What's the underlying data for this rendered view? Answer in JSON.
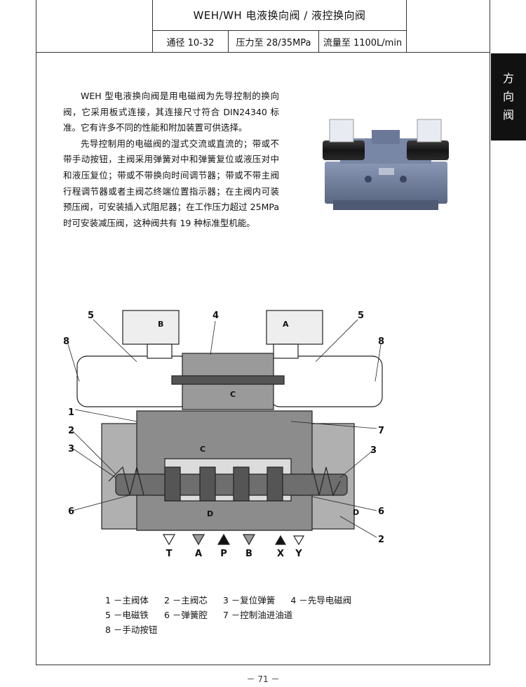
{
  "header": {
    "title": "WEH/WH 电液换向阀 / 液控换向阀",
    "specs": [
      "通径 10-32",
      "压力至 28/35MPa",
      "流量至 1100L/min"
    ]
  },
  "side_tab": {
    "chars": [
      "方",
      "向",
      "阀"
    ]
  },
  "intro": {
    "paragraphs": [
      "WEH 型电液换向阀是用电磁阀为先导控制的换向阀，它采用板式连接，其连接尺寸符合 DIN24340 标准。它有许多不同的性能和附加装置可供选择。",
      "先导控制用的电磁阀的湿式交流或直流的；带或不带手动按钮，主阀采用弹簧对中和弹簧复位或液压对中和液压复位；带或不带换向时间调节器；带或不带主阀行程调节器或者主阀芯终端位置指示器；在主阀内可装预压阀，可安装插入式阻尼器；在工作压力超过 25MPa 时可安装减压阀，这种阀共有 19 种标准型机能。"
    ]
  },
  "diagram": {
    "callouts": [
      "5",
      "4",
      "5",
      "8",
      "8",
      "1",
      "7",
      "2",
      "3",
      "3",
      "6",
      "6",
      "2"
    ],
    "inner_labels": [
      "B",
      "A",
      "C",
      "C",
      "D",
      "D"
    ],
    "ports": [
      "T",
      "A",
      "P",
      "B",
      "X",
      "Y"
    ]
  },
  "legend": {
    "rows": [
      [
        "1 －主阀体",
        "2 －主阀芯",
        "3 －复位弹簧",
        "4 －先导电磁阀"
      ],
      [
        "5 －电磁铁",
        "6 －弹簧腔",
        "7 －控制油进油道"
      ],
      [
        "8 －手动按钮"
      ]
    ]
  },
  "page_number": "－ 71 －"
}
